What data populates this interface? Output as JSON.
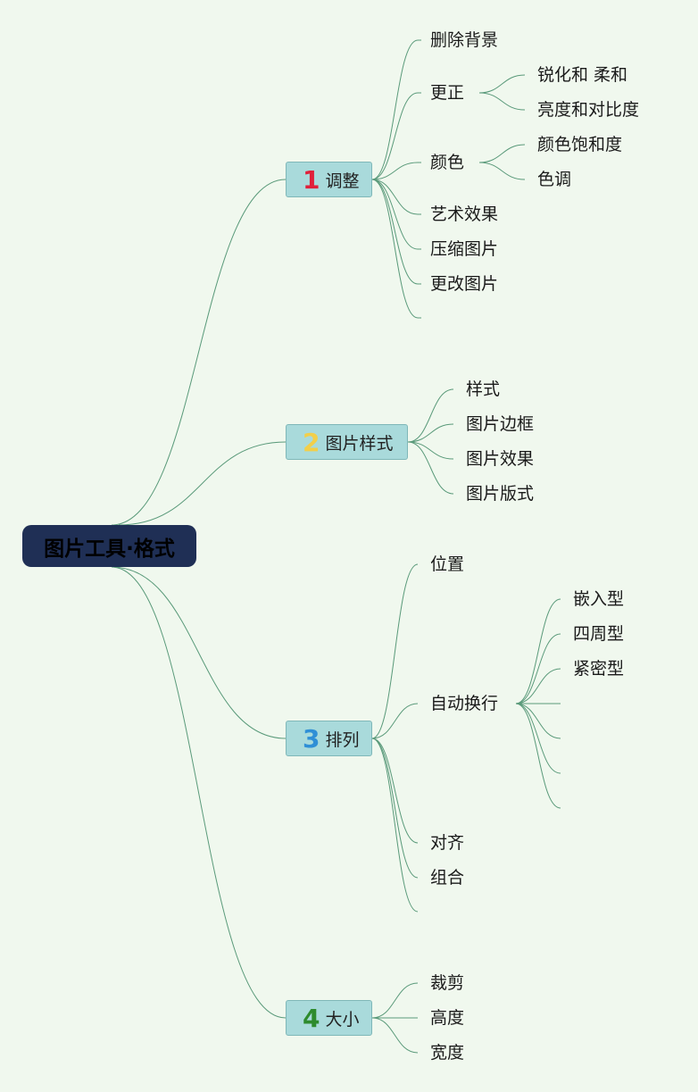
{
  "root": {
    "label": "图片工具·格式"
  },
  "branches": [
    {
      "num": "1",
      "label": "调整",
      "num_color": "#e0203a",
      "children": [
        "删除背景",
        "更正",
        "颜色",
        "艺术效果",
        "压缩图片",
        "更改图片"
      ],
      "sub": {
        "correct": [
          "锐化和 柔和",
          "亮度和对比度"
        ],
        "color": [
          "颜色饱和度",
          "色调"
        ]
      }
    },
    {
      "num": "2",
      "label": "图片样式",
      "num_color": "#f2cf4a",
      "children": [
        "样式",
        "图片边框",
        "图片效果",
        "图片版式"
      ]
    },
    {
      "num": "3",
      "label": "排列",
      "num_color": "#2f8fd6",
      "children": [
        "位置",
        "自动换行",
        "对齐",
        "组合"
      ],
      "sub": {
        "wrap": [
          "嵌入型",
          "四周型",
          "紧密型"
        ]
      }
    },
    {
      "num": "4",
      "label": "大小",
      "num_color": "#2e8b2e",
      "children": [
        "裁剪",
        "高度",
        "宽度"
      ]
    }
  ],
  "colors": {
    "line": "#5a9a7a",
    "background": "#f0f8ee",
    "root_bg": "#1f2f55",
    "branch_bg": "#a9dadb"
  }
}
